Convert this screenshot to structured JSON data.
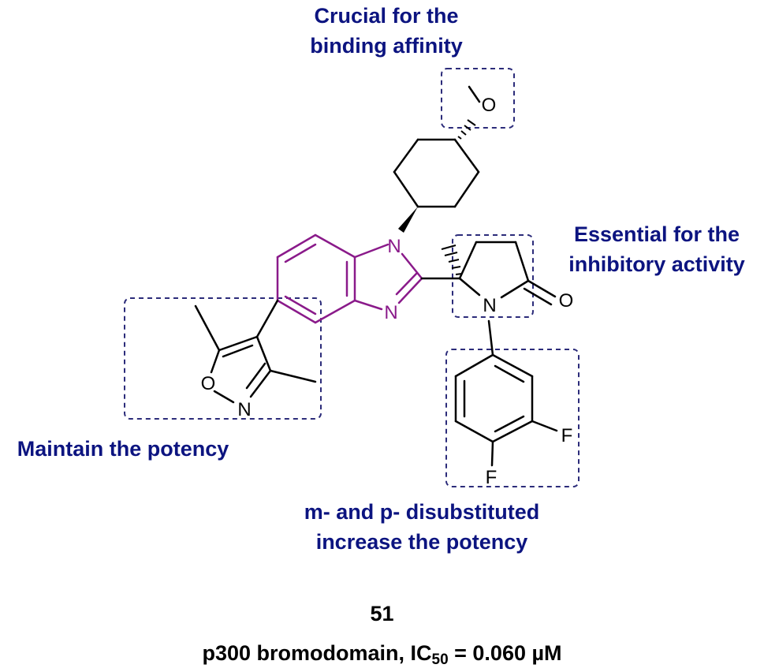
{
  "colors": {
    "annotation": "#0c1480",
    "box": "#2c2c7a",
    "benzimidazole": "#8a1a8a",
    "bond": "#000000"
  },
  "annotations": {
    "methoxy": {
      "line1": "Crucial for the",
      "line2": "binding affinity"
    },
    "pyrrolidinone": {
      "line1": "Essential for the",
      "line2": "inhibitory activity"
    },
    "isoxazole": {
      "line1": "Maintain the potency"
    },
    "difluorophenyl": {
      "line1": "m- and p- disubstituted",
      "line2": "increase the potency"
    }
  },
  "atoms": {
    "o_methoxy": "O",
    "n_benzimidazole_1": "N",
    "n_benzimidazole_3": "N",
    "n_pyrrolidinone": "N",
    "o_carbonyl": "O",
    "o_isoxazole": "O",
    "n_isoxazole": "N",
    "f_meta": "F",
    "f_para": "F"
  },
  "compound": {
    "number": "51",
    "target_prefix": "p300 bromodomain, IC",
    "target_subscript": "50",
    "target_suffix": " = 0.060 µM"
  }
}
